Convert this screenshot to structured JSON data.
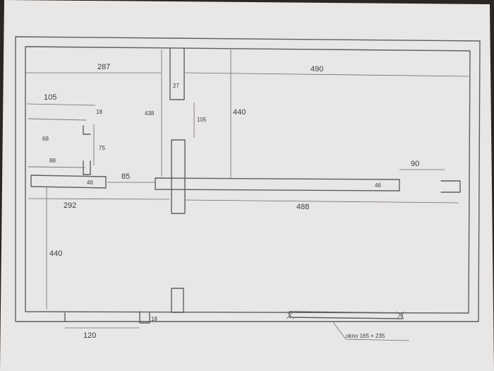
{
  "dimensions": {
    "left_width": "287",
    "right_width": "490",
    "room_width": "105",
    "room_small_depth": "18",
    "room_depth": "68",
    "room_door": "75",
    "room_lower": "88",
    "wall_46_left": "46",
    "corridor": "85",
    "column_height": "438",
    "column_small": "27",
    "opening": "105",
    "total_height": "440",
    "right_gap": "90",
    "wall_46_right": "46",
    "lower_left": "292",
    "lower_right": "488",
    "lower_height": "440",
    "bottom_gap": "120",
    "bottom_small": "18",
    "window_note": "okno 165 × 235"
  },
  "colors": {
    "paper": "#e9e7e6",
    "ink": "#5e5e5e",
    "background": "#2a2622"
  }
}
